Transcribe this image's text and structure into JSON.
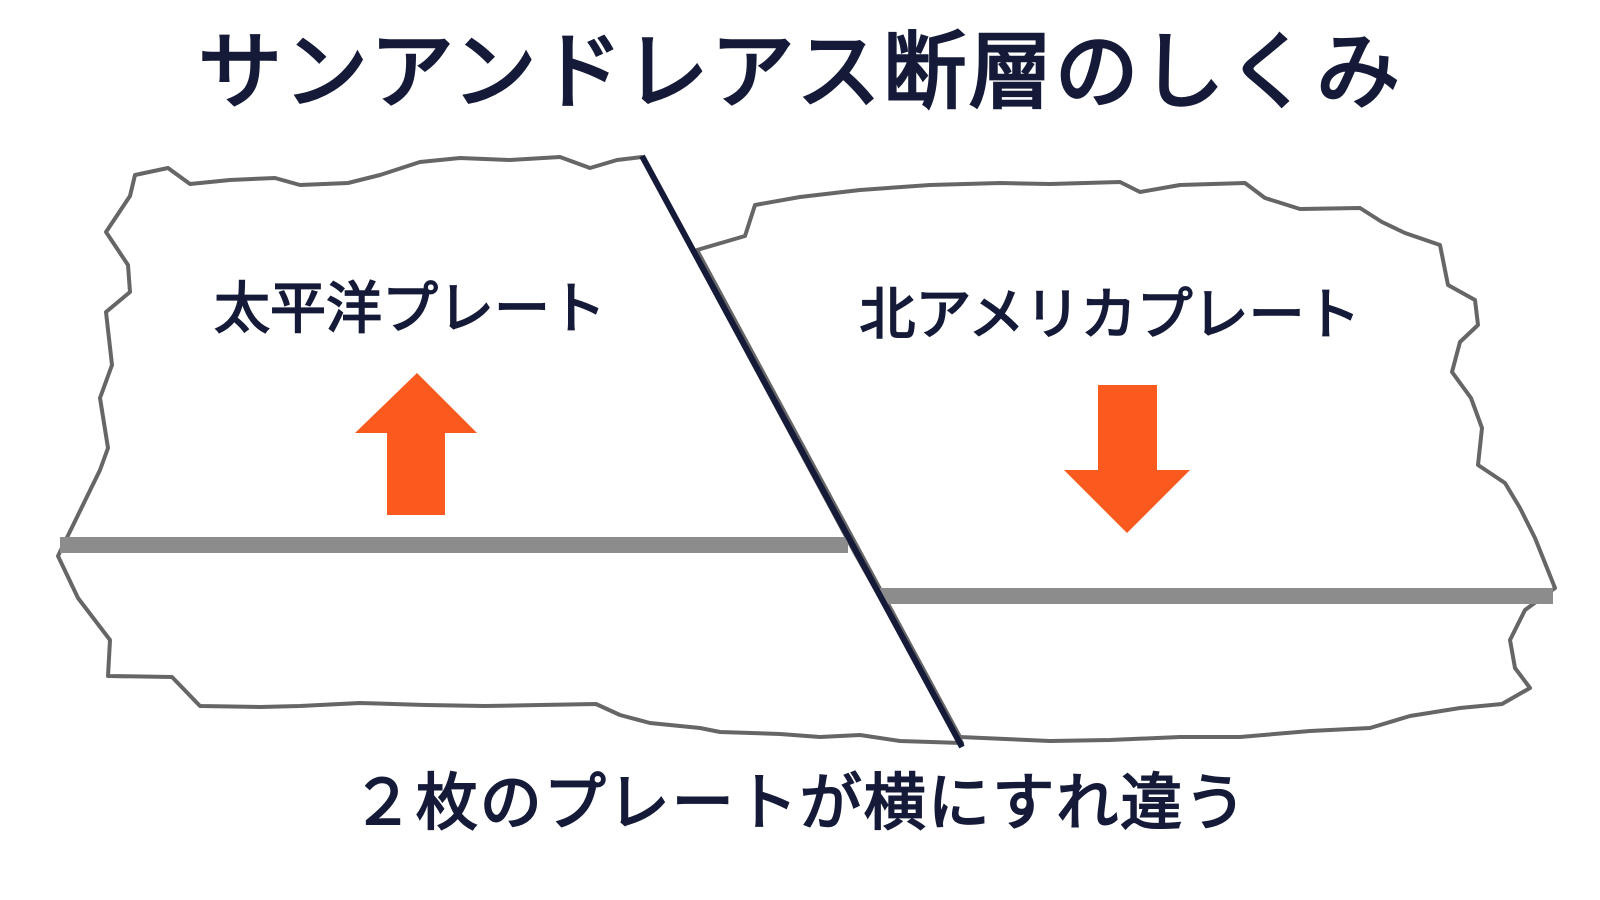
{
  "title": "サンアンドレアス断層のしくみ",
  "plates": [
    {
      "id": "pacific",
      "label": "太平洋プレート",
      "motion": "up"
    },
    {
      "id": "north-american",
      "label": "北アメリカプレート",
      "motion": "down"
    }
  ],
  "caption": "２枚のプレートが横にすれ違う",
  "colors": {
    "text": "#141a37",
    "fault_line": "#141a37",
    "arrow": "#fa5a1e",
    "plate_outline": "#666666",
    "plate_fill": "#ffffff",
    "layer_band": "#8c8c8c"
  },
  "icons": {
    "pacific_arrow": "arrow-up-icon",
    "north_american_arrow": "arrow-down-icon"
  }
}
